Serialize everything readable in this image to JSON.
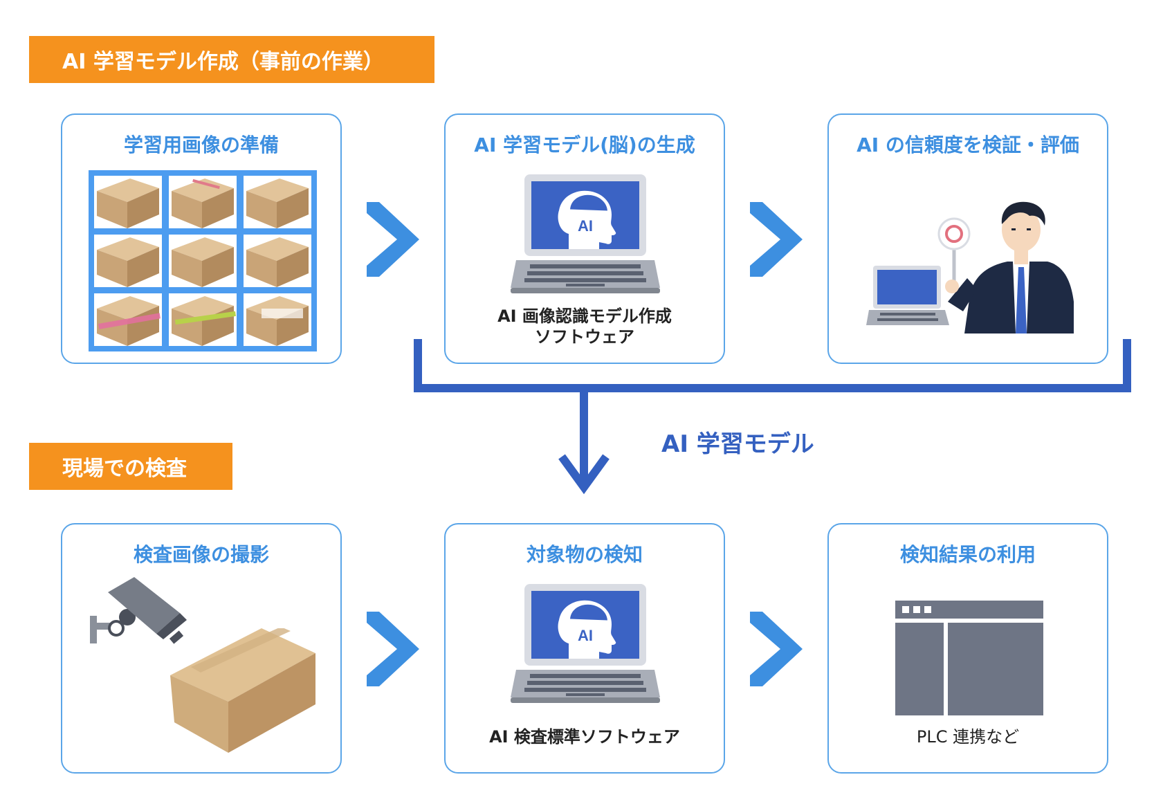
{
  "section1": {
    "banner": "AI 学習モデル作成（事前の作業）",
    "cards": [
      {
        "title": "学習用画像の準備"
      },
      {
        "title": "AI 学習モデル(脳)の生成",
        "screen_label": "AI",
        "caption_line1": "AI 画像認識モデル作成",
        "caption_line2": "ソフトウェア"
      },
      {
        "title": "AI の信頼度を検証・評価"
      }
    ]
  },
  "connector": {
    "label": "AI 学習モデル"
  },
  "section2": {
    "banner": "現場での検査",
    "cards": [
      {
        "title": "検査画像の撮影"
      },
      {
        "title": "対象物の検知",
        "screen_label": "AI",
        "caption": "AI 検査標準ソフトウェア"
      },
      {
        "title": "検知結果の利用",
        "caption": "PLC 連携など"
      }
    ]
  },
  "colors": {
    "accent_orange": "#F5921E",
    "accent_blue": "#3D8FE0",
    "connector_blue": "#3460C0",
    "border_blue": "#5AA5E8"
  },
  "icons": [
    "box-grid-image",
    "laptop-ai-icon",
    "businessman-with-circle-sign",
    "security-camera-icon",
    "cardboard-box",
    "browser-window-icon"
  ]
}
